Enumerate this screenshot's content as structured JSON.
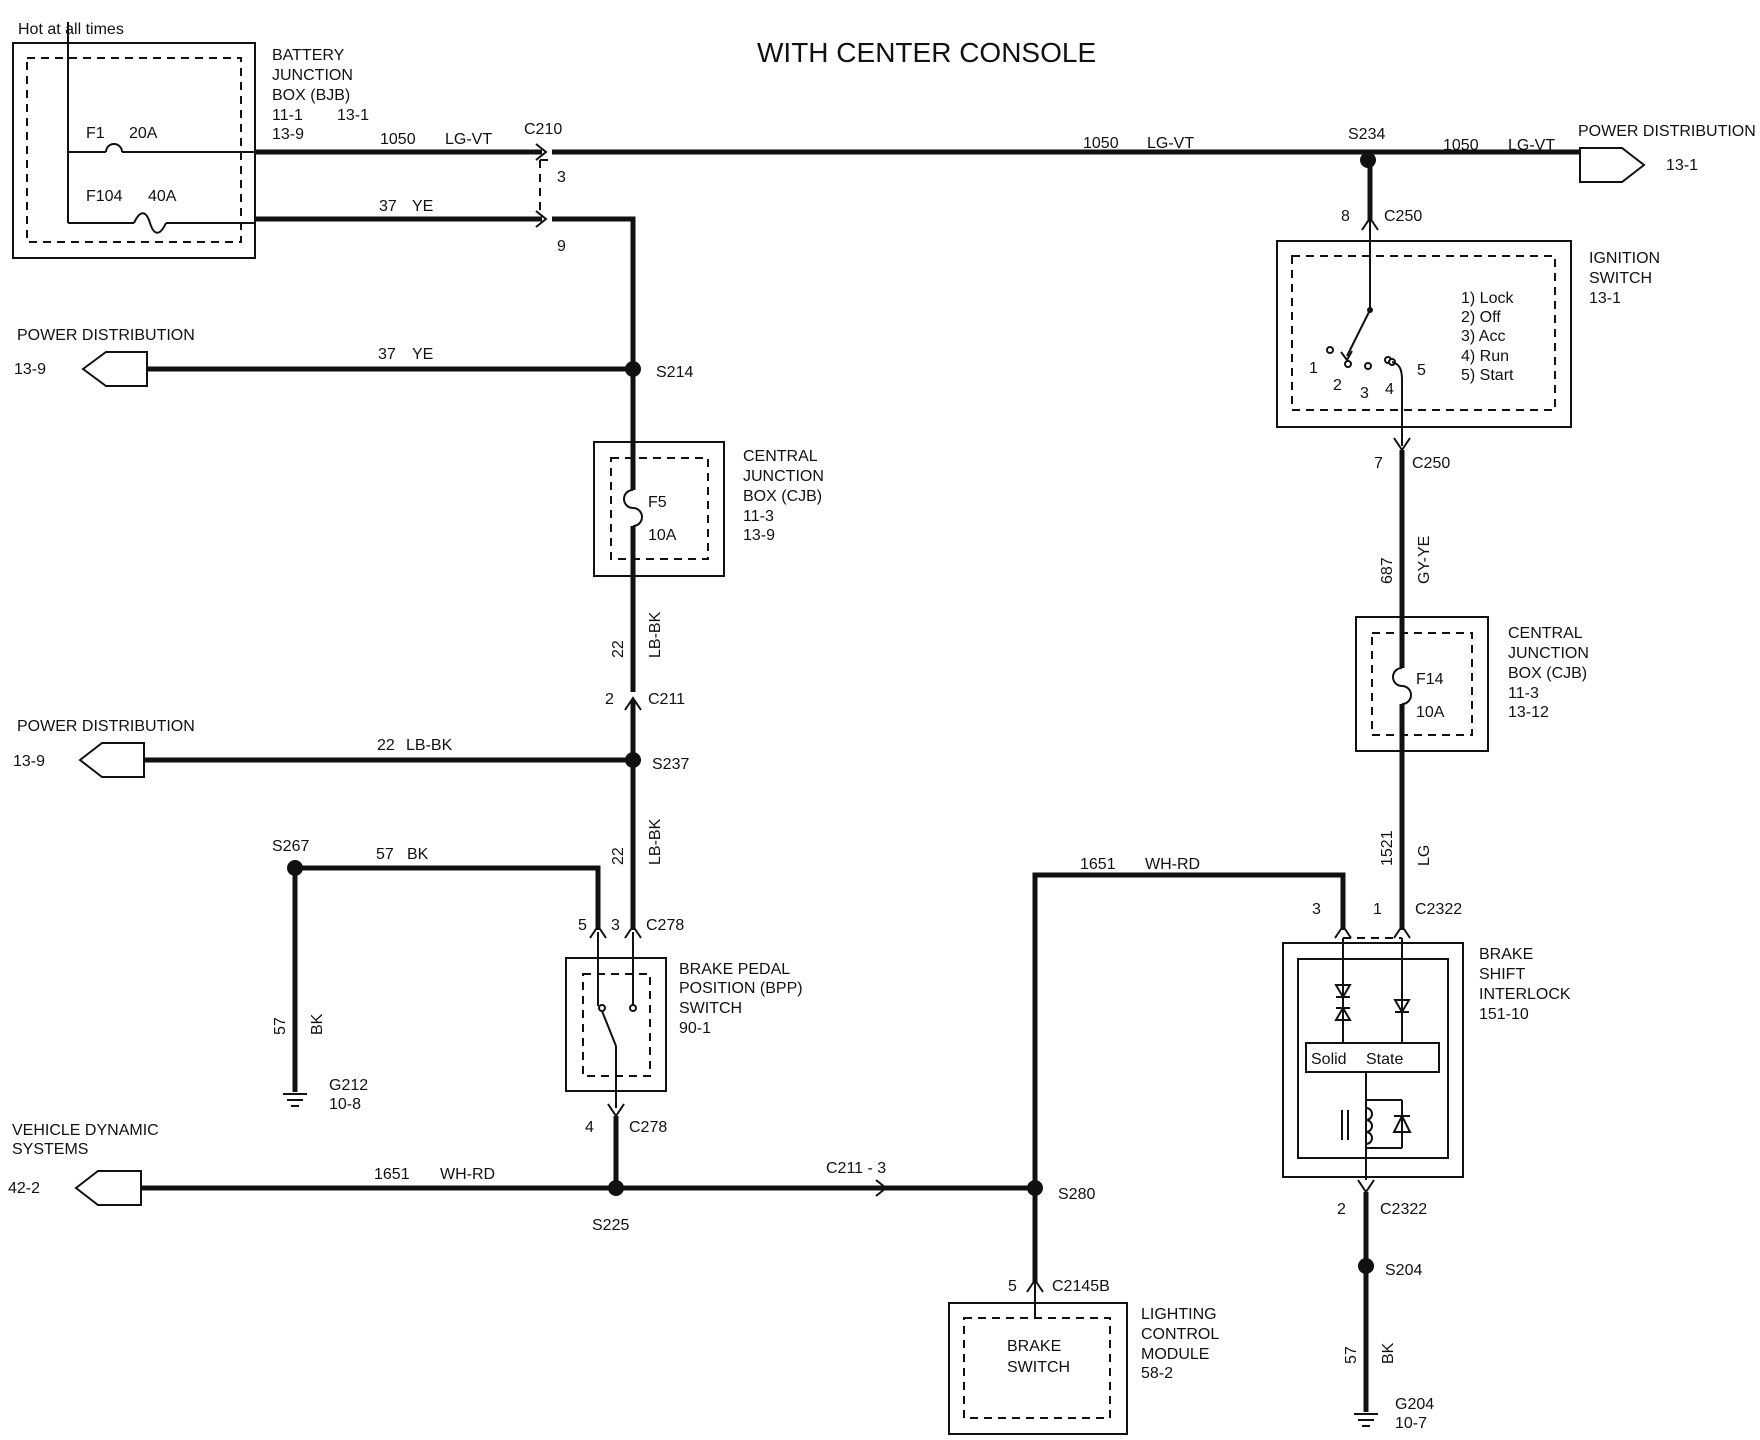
{
  "title": "WITH CENTER CONSOLE",
  "hot_note": "Hot at all times",
  "bjb": {
    "name": [
      "BATTERY",
      "JUNCTION",
      "BOX (BJB)"
    ],
    "refs": [
      "11-1",
      "13-1",
      "13-9"
    ],
    "fuse1_id": "F1",
    "fuse1_rating": "20A",
    "fuse2_id": "F104",
    "fuse2_rating": "40A"
  },
  "connectors": {
    "c210": "C210",
    "c210_pin1": "3",
    "c210_pin2": "9",
    "c250a": "C250",
    "c250a_pin": "8",
    "c250b": "C250",
    "c250b_pin": "7",
    "c211": "C211",
    "c211_pin": "2",
    "c278a": "C278",
    "c278a_pin5": "5",
    "c278a_pin3": "3",
    "c278b": "C278",
    "c278b_pin": "4",
    "c211_3": "C211  -  3",
    "c2322a": "C2322",
    "c2322a_pin3": "3",
    "c2322a_pin1": "1",
    "c2322b": "C2322",
    "c2322b_pin": "2",
    "c2145b": "C2145B",
    "c2145b_pin": "5"
  },
  "splices": {
    "s234": "S234",
    "s214": "S214",
    "s237": "S237",
    "s267": "S267",
    "s225": "S225",
    "s280": "S280",
    "s204": "S204"
  },
  "wires": {
    "w1050a_num": "1050",
    "w1050a_col": "LG-VT",
    "w1050b_num": "1050",
    "w1050b_col": "LG-VT",
    "w1050c_num": "1050",
    "w1050c_col": "LG-VT",
    "w37a_num": "37",
    "w37a_col": "YE",
    "w37b_num": "37",
    "w37b_col": "YE",
    "w22a_num": "22",
    "w22a_col": "LB-BK",
    "w22b_num": "22",
    "w22b_col": "LB-BK",
    "w22c_num": "22",
    "w22c_col": "LB-BK",
    "w57a_num": "57",
    "w57a_col": "BK",
    "w57b_num": "57",
    "w57b_col": "BK",
    "w57c_num": "57",
    "w57c_col": "BK",
    "w1651a_num": "1651",
    "w1651a_col": "WH-RD",
    "w1651b_num": "1651",
    "w1651b_col": "WH-RD",
    "w687_num": "687",
    "w687_col": "GY-YE",
    "w1521_num": "1521",
    "w1521_col": "LG"
  },
  "power_dist_right": {
    "label": "POWER DISTRIBUTION",
    "ref": "13-1"
  },
  "power_dist_1": {
    "label": "POWER DISTRIBUTION",
    "ref": "13-9"
  },
  "power_dist_2": {
    "label": "POWER DISTRIBUTION",
    "ref": "13-9"
  },
  "vds": {
    "label": [
      "VEHICLE DYNAMIC",
      "SYSTEMS"
    ],
    "ref": "42-2"
  },
  "ignition": {
    "name": [
      "IGNITION",
      "SWITCH",
      "13-1"
    ],
    "positions": [
      "1) Lock",
      "2) Off",
      "3) Acc",
      "4) Run",
      "5) Start"
    ],
    "pins": [
      "1",
      "2",
      "3",
      "4",
      "5"
    ]
  },
  "cjb_left": {
    "name": [
      "CENTRAL",
      "JUNCTION",
      "BOX (CJB)",
      "11-3",
      "13-9"
    ],
    "fuse_id": "F5",
    "fuse_rating": "10A"
  },
  "cjb_right": {
    "name": [
      "CENTRAL",
      "JUNCTION",
      "BOX (CJB)",
      "11-3",
      "13-12"
    ],
    "fuse_id": "F14",
    "fuse_rating": "10A"
  },
  "bpp": {
    "name": [
      "BRAKE PEDAL",
      "POSITION (BPP)",
      "SWITCH",
      "90-1"
    ]
  },
  "grounds": {
    "g212": "G212",
    "g212_ref": "10-8",
    "g204": "G204",
    "g204_ref": "10-7"
  },
  "bsi": {
    "name": [
      "BRAKE",
      "SHIFT",
      "INTERLOCK",
      "151-10"
    ],
    "solid": "Solid",
    "state": "State"
  },
  "lcm": {
    "name": [
      "LIGHTING",
      "CONTROL",
      "MODULE",
      "58-2"
    ],
    "inner": [
      "BRAKE",
      "SWITCH"
    ]
  }
}
